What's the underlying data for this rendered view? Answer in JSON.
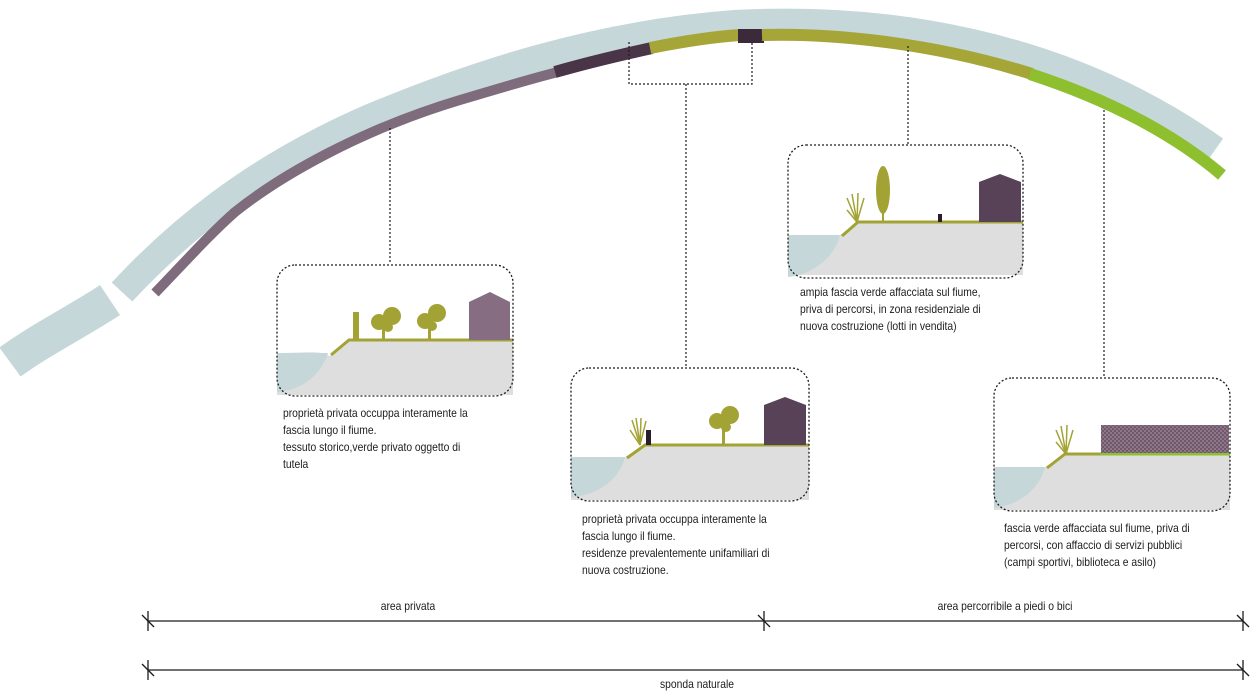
{
  "sections": [
    {
      "id": "section-1",
      "caption": [
        "proprietà privata occuppa interamente la",
        "fascia lungo il fiume.",
        "tessuto storico,verde privato oggetto di",
        "tutela"
      ]
    },
    {
      "id": "section-2",
      "caption": [
        "proprietà privata occuppa interamente la",
        "fascia lungo il fiume.",
        "residenze prevalentemente unifamiliari di",
        "nuova costruzione."
      ]
    },
    {
      "id": "section-3",
      "caption": [
        "ampia fascia verde affacciata sul fiume,",
        "priva di percorsi, in zona residenziale di",
        "nuova costruzione (lotti in vendita)"
      ]
    },
    {
      "id": "section-4",
      "caption": [
        "fascia verde affacciata sul fiume, priva di",
        "percorsi, con affaccio di servizi pubblici",
        "(campi sportivi, biblioteca e asilo)"
      ]
    }
  ],
  "scale": {
    "row1": [
      {
        "label": "area privata"
      },
      {
        "label": "area percorribile a piedi o bici"
      }
    ],
    "row2": [
      {
        "label": "sponda naturale"
      }
    ]
  },
  "colors": {
    "river": "#c5d7d9",
    "bank_mauve": "#7e6b7b",
    "bank_dark": "#4a3447",
    "bank_olive": "#a6a538",
    "bank_green": "#8dbf2e",
    "ground": "#dedede",
    "building_mauve": "#866d82",
    "building_dark": "#574258",
    "olive": "#a3a335"
  }
}
